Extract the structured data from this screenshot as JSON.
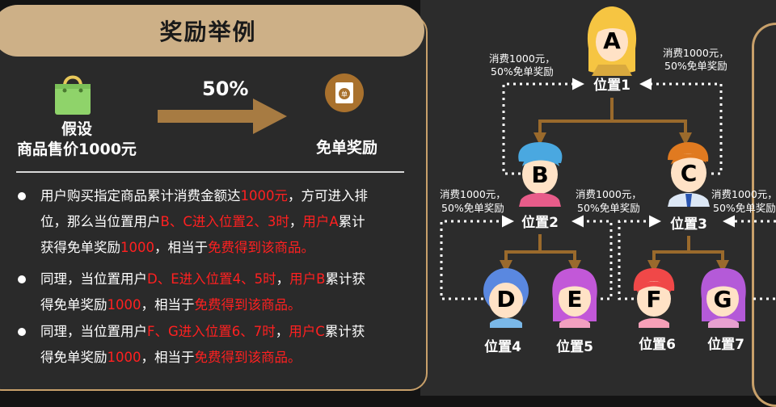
{
  "title": "奖励举例",
  "left": {
    "price_label_line1": "假设",
    "price_label_line2": "商品售价1000元",
    "percent": "50%",
    "coupon_char": "单",
    "free_label": "免单奖励",
    "paragraphs": [
      {
        "lines": [
          [
            {
              "t": "用户购买指定商品累计消费金额达"
            },
            {
              "t": "1000元",
              "hl": true
            },
            {
              "t": "，方可进入排"
            }
          ],
          [
            {
              "t": "位，那么当位置用户"
            },
            {
              "t": "B、C进入位置2、3时",
              "hl": true
            },
            {
              "t": "，"
            },
            {
              "t": "用户A",
              "hl": true
            },
            {
              "t": "累计"
            }
          ],
          [
            {
              "t": "获得免单奖励"
            },
            {
              "t": "1000",
              "hl": true
            },
            {
              "t": "，相当于"
            },
            {
              "t": "免费得到该商品。",
              "hl": true
            }
          ]
        ]
      },
      {
        "lines": [
          [
            {
              "t": "同理，当位置用户"
            },
            {
              "t": "D、E进入位置4、5时",
              "hl": true
            },
            {
              "t": "，"
            },
            {
              "t": "用户B",
              "hl": true
            },
            {
              "t": "累计获"
            }
          ],
          [
            {
              "t": "得免单奖励"
            },
            {
              "t": "1000",
              "hl": true
            },
            {
              "t": "，相当于"
            },
            {
              "t": "免费得到该商品。",
              "hl": true
            }
          ]
        ]
      },
      {
        "lines": [
          [
            {
              "t": "同理，当位置用户"
            },
            {
              "t": "F、G进入位置6、7时",
              "hl": true
            },
            {
              "t": "，"
            },
            {
              "t": "用户C",
              "hl": true
            },
            {
              "t": "累计获"
            }
          ],
          [
            {
              "t": "得免单奖励"
            },
            {
              "t": "1000",
              "hl": true
            },
            {
              "t": "，相当于"
            },
            {
              "t": "免费得到该商品。",
              "hl": true
            }
          ]
        ]
      }
    ]
  },
  "diagram": {
    "users": {
      "A": {
        "letter": "A",
        "position": "位置1"
      },
      "B": {
        "letter": "B",
        "position": "位置2"
      },
      "C": {
        "letter": "C",
        "position": "位置3"
      },
      "D": {
        "letter": "D",
        "position": "位置4"
      },
      "E": {
        "letter": "E",
        "position": "位置5"
      },
      "F": {
        "letter": "F",
        "position": "位置6"
      },
      "G": {
        "letter": "G",
        "position": "位置7"
      }
    },
    "reward_line1": "消费1000元，",
    "reward_line2": "50%免单奖励"
  },
  "colors": {
    "accent_gold": "#c8a06a",
    "title_bg": "#cdb087",
    "highlight_red": "#ff2020",
    "connector_brown": "#9a6a2c",
    "bag_green": "#8fd36a",
    "coupon_brown": "#a9712d"
  }
}
